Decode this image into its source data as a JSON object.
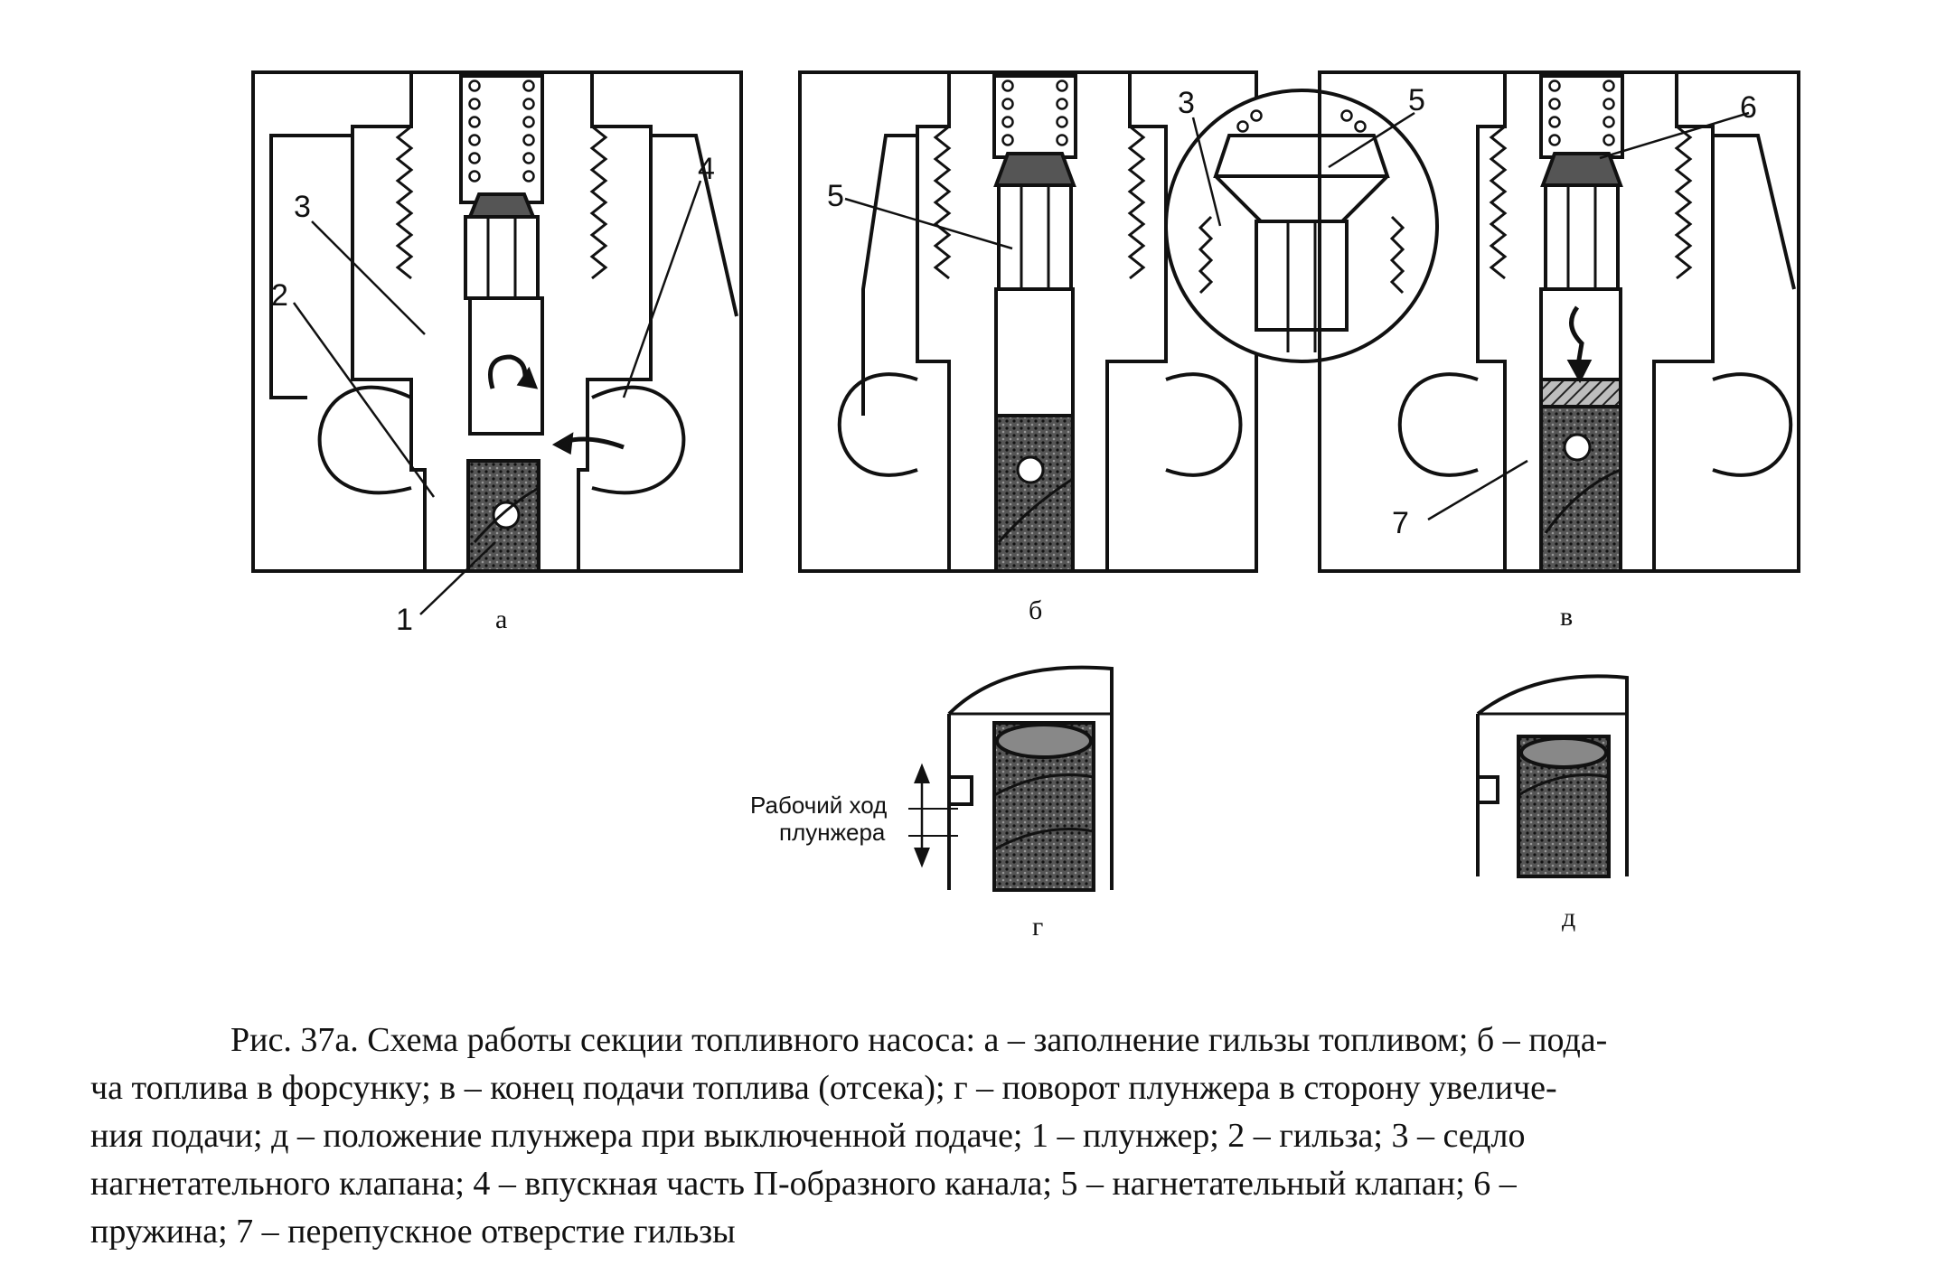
{
  "figure": {
    "panels": [
      {
        "id": "a",
        "letter": "а"
      },
      {
        "id": "b",
        "letter": "б"
      },
      {
        "id": "v",
        "letter": "в"
      },
      {
        "id": "g",
        "letter": "г"
      },
      {
        "id": "d",
        "letter": "д"
      }
    ],
    "labels": {
      "a": [
        "1",
        "2",
        "3",
        "4"
      ],
      "b": [
        "5"
      ],
      "inset": [
        "3",
        "5"
      ],
      "v": [
        "6",
        "7"
      ]
    },
    "stroke_annotation": [
      "Рабочий ход",
      "плунжера"
    ]
  },
  "caption": {
    "lines": [
      "Рис. 37а. Схема работы секции топливного насоса: а – заполнение гильзы топливом; б – пода-",
      "ча топлива в форсунку; в – конец подачи топлива (отсека); г – поворот плунжера в сторону увеличе-",
      "ния подачи; д – положение плунжера при выключенной подаче; 1 – плунжер; 2 – гильза; 3 – седло",
      "нагнетательного клапана; 4 – впускная часть П-образного канала; 5 – нагнетательный клапан; 6 –",
      "пружина; 7 – перепускное отверстие гильзы"
    ]
  }
}
